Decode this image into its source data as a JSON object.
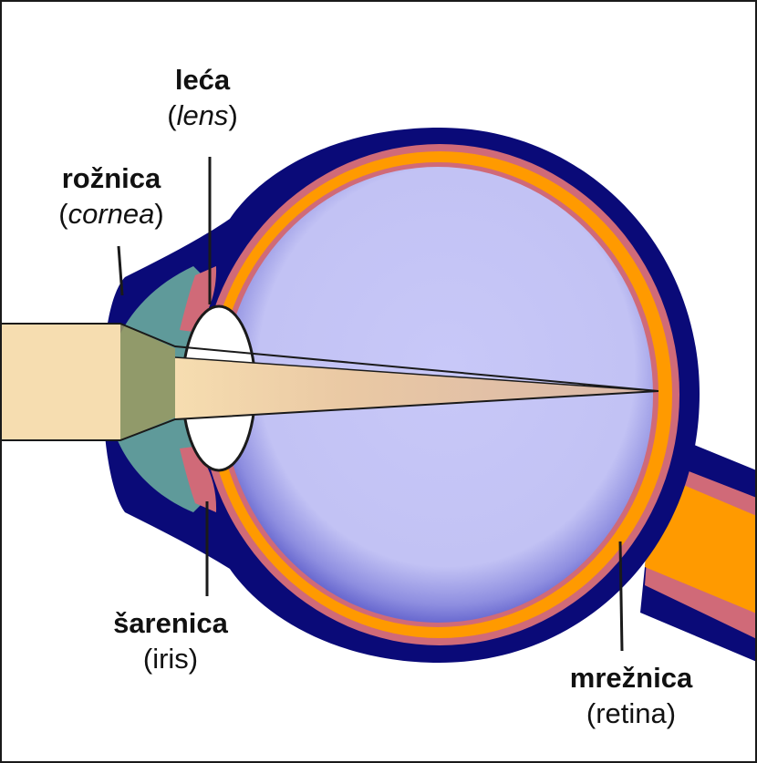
{
  "labels": {
    "lens": {
      "name": "leća",
      "open": "(",
      "latin": "lens",
      "close": ")"
    },
    "cornea": {
      "name": "rožnica",
      "open": "(",
      "latin": "cornea",
      "close": ")"
    },
    "iris": {
      "name": "šarenica",
      "open": "(",
      "latin": "iris",
      "close": ")"
    },
    "retina": {
      "name": "mrežnica",
      "open": "(",
      "latin": "retina",
      "close": ")"
    }
  },
  "colors": {
    "sclera": "#0a0a78",
    "choroid": "#d06a78",
    "retina": "#ff9a00",
    "vitreous": "#c8c8f8",
    "cornea": "#5f9a9a",
    "lens": "#ffffff",
    "light_beam": "#f6ddb0"
  }
}
